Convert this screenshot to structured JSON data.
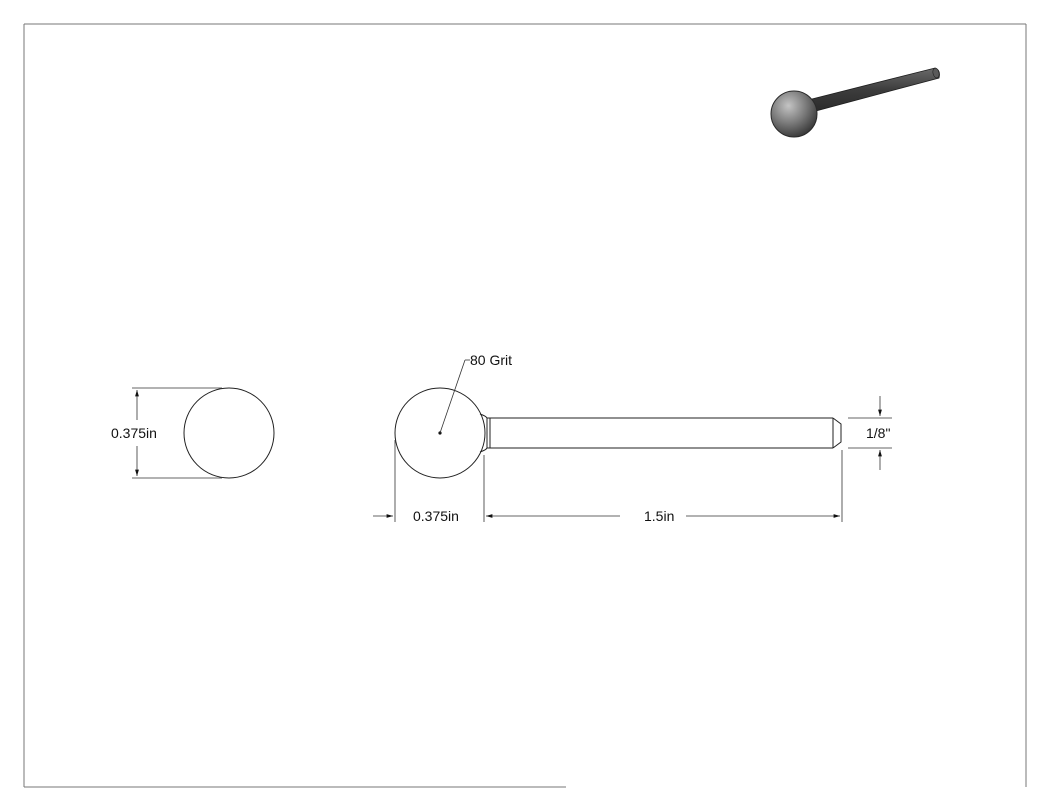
{
  "drawing": {
    "frame_color": "#777777",
    "line_color": "#222222",
    "render_colors": {
      "rod": "#4a4a4a",
      "ball": "#7a7a7a",
      "ball_highlight": "#b5b5b5"
    },
    "annotations": {
      "side_diameter": "0.375in",
      "ball_length": "0.375in",
      "shank_length": "1.5in",
      "shank_diameter": "1/8\"",
      "grit_callout": "80 Grit"
    }
  }
}
